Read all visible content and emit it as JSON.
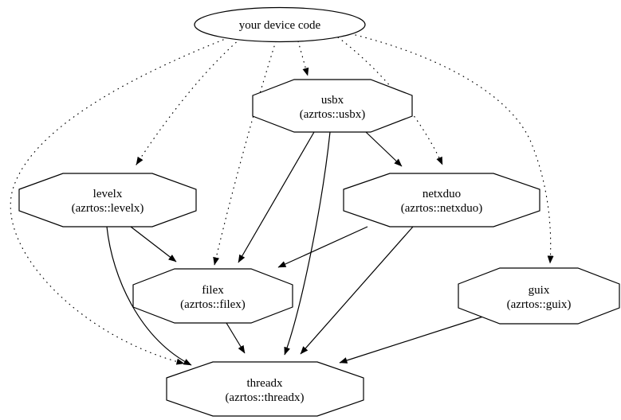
{
  "diagram": {
    "type": "dependency-graph",
    "colors": {
      "background": "#ffffff",
      "node_fill": "#ffffff",
      "stroke": "#000000",
      "text": "#000000"
    },
    "nodes": {
      "device": {
        "label": "your device code",
        "shape": "ellipse"
      },
      "usbx": {
        "label": "usbx",
        "sublabel": "(azrtos::usbx)",
        "shape": "octagon"
      },
      "levelx": {
        "label": "levelx",
        "sublabel": "(azrtos::levelx)",
        "shape": "octagon"
      },
      "netxduo": {
        "label": "netxduo",
        "sublabel": "(azrtos::netxduo)",
        "shape": "octagon"
      },
      "filex": {
        "label": "filex",
        "sublabel": "(azrtos::filex)",
        "shape": "octagon"
      },
      "guix": {
        "label": "guix",
        "sublabel": "(azrtos::guix)",
        "shape": "octagon"
      },
      "threadx": {
        "label": "threadx",
        "sublabel": "(azrtos::threadx)",
        "shape": "octagon"
      }
    },
    "edges": [
      {
        "from": "your device code",
        "to": "usbx",
        "style": "dotted"
      },
      {
        "from": "your device code",
        "to": "levelx",
        "style": "dotted"
      },
      {
        "from": "your device code",
        "to": "netxduo",
        "style": "dotted"
      },
      {
        "from": "your device code",
        "to": "filex",
        "style": "dotted"
      },
      {
        "from": "your device code",
        "to": "guix",
        "style": "dotted"
      },
      {
        "from": "your device code",
        "to": "threadx",
        "style": "dotted"
      },
      {
        "from": "usbx",
        "to": "netxduo",
        "style": "solid"
      },
      {
        "from": "usbx",
        "to": "filex",
        "style": "solid"
      },
      {
        "from": "usbx",
        "to": "threadx",
        "style": "solid"
      },
      {
        "from": "levelx",
        "to": "filex",
        "style": "solid"
      },
      {
        "from": "levelx",
        "to": "threadx",
        "style": "solid"
      },
      {
        "from": "netxduo",
        "to": "filex",
        "style": "solid"
      },
      {
        "from": "netxduo",
        "to": "threadx",
        "style": "solid"
      },
      {
        "from": "filex",
        "to": "threadx",
        "style": "solid"
      },
      {
        "from": "guix",
        "to": "threadx",
        "style": "solid"
      }
    ]
  }
}
